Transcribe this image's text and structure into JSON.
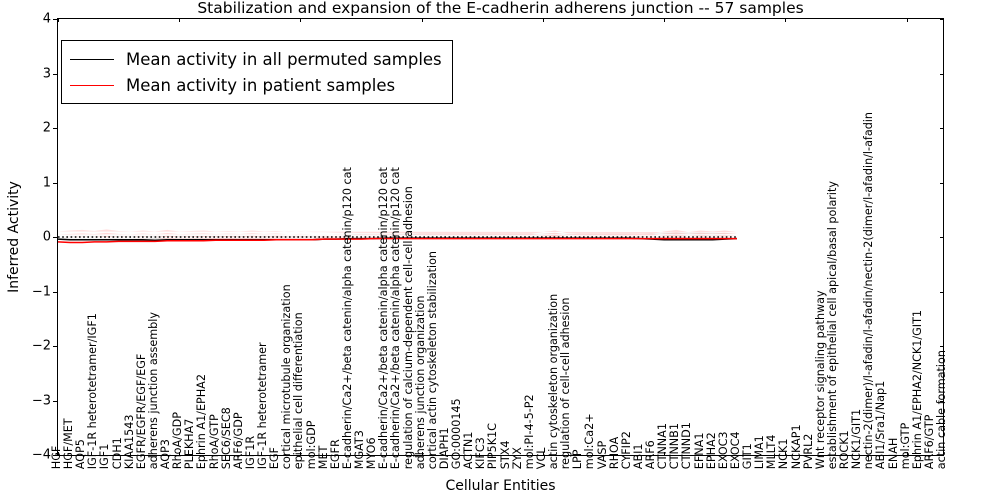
{
  "chart_data": {
    "type": "line",
    "title": "Stabilization and expansion of the E-cadherin adherens junction -- 57 samples",
    "xlabel": "Cellular Entities",
    "ylabel": "Inferred Activity",
    "ylim": [
      -4,
      4
    ],
    "yticks": [
      "-4",
      "-3",
      "-2",
      "-1",
      "0",
      "1",
      "2",
      "3",
      "4"
    ],
    "grid": false,
    "legend_position": "upper left",
    "n_samples": 57,
    "series": [
      {
        "name": "Mean activity in all permuted samples",
        "color": "#000000",
        "style": "solid",
        "band_color": "#b0b0b0",
        "values": [
          -0.04,
          -0.05,
          -0.05,
          -0.05,
          -0.05,
          -0.05,
          -0.05,
          -0.05,
          -0.06,
          -0.05,
          -0.05,
          -0.05,
          -0.05,
          -0.05,
          -0.05,
          -0.05,
          -0.05,
          -0.05,
          -0.05,
          -0.05,
          -0.05,
          -0.05,
          -0.04,
          -0.04,
          -0.03,
          -0.03,
          -0.03,
          -0.02,
          -0.02,
          -0.02,
          -0.02,
          -0.02,
          -0.02,
          -0.02,
          -0.02,
          -0.02,
          -0.02,
          -0.02,
          -0.02,
          -0.02,
          -0.02,
          -0.02,
          -0.02,
          -0.02,
          -0.02,
          -0.02,
          -0.02,
          -0.02,
          -0.03,
          -0.04,
          -0.05,
          -0.05,
          -0.05,
          -0.05,
          -0.05,
          -0.04,
          -0.03
        ],
        "band_upper": [
          0.06,
          0.06,
          0.06,
          0.06,
          0.06,
          0.06,
          0.06,
          0.06,
          0.06,
          0.06,
          0.06,
          0.06,
          0.06,
          0.06,
          0.06,
          0.06,
          0.06,
          0.06,
          0.06,
          0.06,
          0.06,
          0.06,
          0.06,
          0.06,
          0.05,
          0.05,
          0.05,
          0.05,
          0.05,
          0.05,
          0.05,
          0.05,
          0.05,
          0.05,
          0.05,
          0.05,
          0.05,
          0.05,
          0.05,
          0.05,
          0.05,
          0.05,
          0.05,
          0.05,
          0.05,
          0.05,
          0.05,
          0.05,
          0.06,
          0.07,
          0.08,
          0.08,
          0.08,
          0.08,
          0.08,
          0.07,
          0.06
        ],
        "band_lower": [
          -0.15,
          -0.16,
          -0.16,
          -0.16,
          -0.16,
          -0.16,
          -0.16,
          -0.16,
          -0.17,
          -0.16,
          -0.16,
          -0.16,
          -0.16,
          -0.16,
          -0.16,
          -0.16,
          -0.16,
          -0.16,
          -0.16,
          -0.16,
          -0.16,
          -0.16,
          -0.14,
          -0.14,
          -0.11,
          -0.11,
          -0.11,
          -0.09,
          -0.09,
          -0.09,
          -0.09,
          -0.09,
          -0.09,
          -0.09,
          -0.09,
          -0.09,
          -0.09,
          -0.09,
          -0.09,
          -0.09,
          -0.09,
          -0.09,
          -0.09,
          -0.09,
          -0.09,
          -0.09,
          -0.09,
          -0.09,
          -0.12,
          -0.15,
          -0.18,
          -0.18,
          -0.18,
          -0.18,
          -0.18,
          -0.15,
          -0.12
        ]
      },
      {
        "name": "Mean activity in patient samples",
        "color": "#ff0000",
        "style": "solid",
        "band_color": "#ff6b6b",
        "values": [
          -0.09,
          -0.1,
          -0.1,
          -0.09,
          -0.09,
          -0.08,
          -0.08,
          -0.08,
          -0.08,
          -0.07,
          -0.07,
          -0.07,
          -0.07,
          -0.06,
          -0.06,
          -0.06,
          -0.06,
          -0.06,
          -0.05,
          -0.05,
          -0.05,
          -0.05,
          -0.04,
          -0.04,
          -0.04,
          -0.04,
          -0.03,
          -0.03,
          -0.03,
          -0.03,
          -0.03,
          -0.03,
          -0.03,
          -0.03,
          -0.03,
          -0.03,
          -0.03,
          -0.03,
          -0.03,
          -0.03,
          -0.03,
          -0.03,
          -0.03,
          -0.03,
          -0.03,
          -0.03,
          -0.03,
          -0.03,
          -0.03,
          -0.03,
          -0.03,
          -0.03,
          -0.03,
          -0.03,
          -0.03,
          -0.03,
          -0.03
        ],
        "band_upper": [
          0.1,
          0.12,
          0.13,
          0.11,
          0.14,
          0.11,
          0.1,
          0.12,
          0.1,
          0.13,
          0.1,
          0.11,
          0.12,
          0.1,
          0.11,
          0.1,
          0.12,
          0.1,
          0.11,
          0.09,
          0.1,
          0.09,
          0.09,
          0.08,
          0.08,
          0.07,
          0.07,
          0.07,
          0.07,
          0.07,
          0.06,
          0.06,
          0.06,
          0.06,
          0.06,
          0.06,
          0.06,
          0.06,
          0.06,
          0.06,
          0.09,
          0.12,
          0.07,
          0.06,
          0.06,
          0.06,
          0.06,
          0.06,
          0.06,
          0.06,
          0.1,
          0.13,
          0.09,
          0.12,
          0.1,
          0.12,
          0.09
        ],
        "band_lower": [
          -0.3,
          -0.33,
          -0.34,
          -0.31,
          -0.36,
          -0.3,
          -0.28,
          -0.32,
          -0.29,
          -0.34,
          -0.28,
          -0.3,
          -0.32,
          -0.27,
          -0.29,
          -0.27,
          -0.31,
          -0.27,
          -0.29,
          -0.24,
          -0.25,
          -0.23,
          -0.21,
          -0.19,
          -0.18,
          -0.17,
          -0.16,
          -0.15,
          -0.15,
          -0.15,
          -0.14,
          -0.14,
          -0.13,
          -0.13,
          -0.13,
          -0.13,
          -0.13,
          -0.13,
          -0.13,
          -0.13,
          -0.19,
          -0.24,
          -0.15,
          -0.13,
          -0.13,
          -0.13,
          -0.13,
          -0.13,
          -0.13,
          -0.13,
          -0.21,
          -0.26,
          -0.19,
          -0.24,
          -0.2,
          -0.24,
          -0.18
        ]
      },
      {
        "name": "dotted-zero-reference",
        "color": "#000000",
        "style": "dotted",
        "values": [
          0,
          0,
          0,
          0,
          0,
          0,
          0,
          0,
          0,
          0,
          0,
          0,
          0,
          0,
          0,
          0,
          0,
          0,
          0,
          0,
          0,
          0,
          0,
          0,
          0,
          0,
          0,
          0,
          0,
          0,
          0,
          0,
          0,
          0,
          0,
          0,
          0,
          0,
          0,
          0,
          0,
          0,
          0,
          0,
          0,
          0,
          0,
          0,
          0,
          0,
          0,
          0,
          0,
          0,
          0,
          0,
          0
        ]
      }
    ],
    "categories": [
      "HGF",
      "HGF/MET",
      "AQP5",
      "IGF-1R heterotetramer/IGF1",
      "IGF1",
      "CDH1",
      "KIAA1543",
      "EGFR/EGFR/EGF/EGF",
      "adherens junction assembly",
      "AQP3",
      "RhoA/GDP",
      "PLEKHA7",
      "Ephrin A1/EPHA2",
      "RhoA/GTP",
      "SEC6/SEC8",
      "ARF6/GDP",
      "IGF1R",
      "IGF-1R heterotetramer",
      "EGF",
      "cortical microtubule organization",
      "epithelial cell differentiation",
      "mol:GDP",
      "MET",
      "EGFR",
      "E-cadherin/Ca2+/beta catenin/alpha catenin/p120 cat",
      "MGAT3",
      "MYO6",
      "E-cadherin/Ca2+/beta catenin/alpha catenin/p120 cat",
      "E-cadherin/Ca2+/beta catenin/alpha catenin/p120 cat",
      "regulation of calcium-dependent cell-cell adhesion",
      "adherens junction organization",
      "cortical actin cytoskeleton stabilization",
      "DIAPH1",
      "GO:0000145",
      "ACTN1",
      "KIFC3",
      "PIP5K1C",
      "STX4",
      "ZYX",
      "mol:PI-4-5-P2",
      "VCL",
      "actin cytoskeleton organization",
      "regulation of cell-cell adhesion",
      "LPP",
      "mol:Ca2+",
      "VASP",
      "RHOA",
      "CYFIP2",
      "ABI1",
      "ARF6",
      "CTNNA1",
      "CTNNB1",
      "CTNND1",
      "EFNA1",
      "EPHA2",
      "EXOC3",
      "EXOC4",
      "GIT1",
      "LIMA1",
      "MLLT4",
      "NCK1",
      "NCKAP1",
      "PVRL2",
      "Wnt receptor signaling pathway",
      "establishment of epithelial cell apical/basal polarity",
      "ROCK1",
      "NCK1/GIT1",
      "nectin-2(dimer)/l-afadin/l-afadin/nectin-2(dimer/l-afadin/l-afadin",
      "ABI1/Sra1/Nap1",
      "ENAH",
      "mol:GTP",
      "Ephrin A1/EPHA2/NCK1/GIT1",
      "ARF6/GTP",
      "actin cable formation"
    ]
  },
  "legend": {
    "entries": [
      {
        "label": "Mean activity in all permuted samples",
        "color": "#000000"
      },
      {
        "label": "Mean activity in patient samples",
        "color": "#ff0000"
      }
    ]
  }
}
